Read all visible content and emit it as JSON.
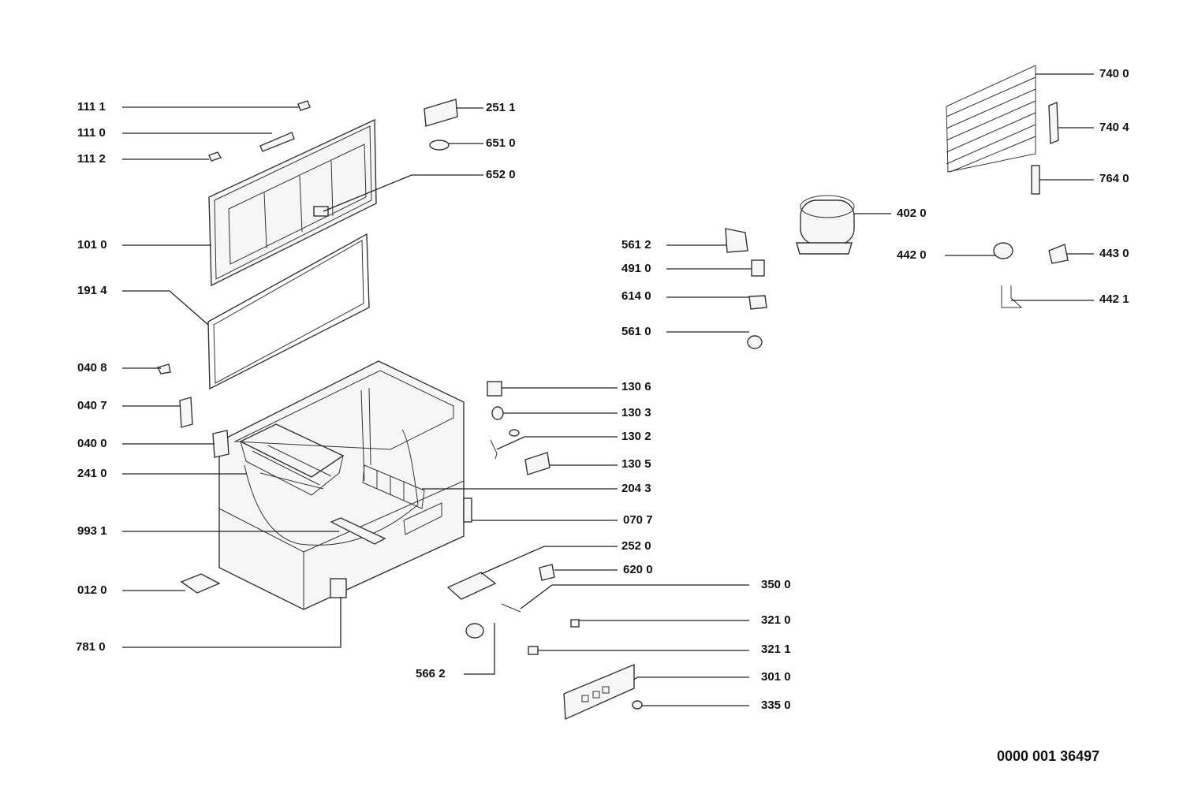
{
  "labels": {
    "p1111": "111 1",
    "p1110": "111 0",
    "p1112": "111 2",
    "p1010": "101 0",
    "p1914": "191 4",
    "p0408": "040 8",
    "p0407": "040 7",
    "p0400": "040 0",
    "p2410": "241 0",
    "p9931": "993 1",
    "p0120": "012 0",
    "p7810": "781 0",
    "p2511": "251 1",
    "p6510": "651 0",
    "p6520": "652 0",
    "p1306": "130 6",
    "p1303": "130 3",
    "p1302": "130 2",
    "p1305": "130 5",
    "p2043": "204 3",
    "p0707": "070 7",
    "p2520": "252 0",
    "p6200": "620 0",
    "p3500": "350 0",
    "p3210": "321 0",
    "p3211": "321 1",
    "p3010": "301 0",
    "p3350": "335 0",
    "p5662": "566 2",
    "p5612": "561 2",
    "p4910": "491 0",
    "p6140": "614 0",
    "p5610": "561 0",
    "p4020": "402 0",
    "p4420": "442 0",
    "p4430": "443 0",
    "p4421": "442 1",
    "p7400": "740 0",
    "p7404": "740 4",
    "p7640": "764 0"
  },
  "document_number": "0000 001 36497"
}
